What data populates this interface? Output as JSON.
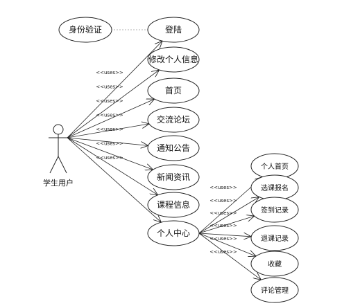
{
  "actor": {
    "label": "学生用户"
  },
  "stereotype": "<<uses>>",
  "identity_check": {
    "label": "身份验证"
  },
  "use_cases": [
    {
      "label": "登陆"
    },
    {
      "label": "修改个人信息"
    },
    {
      "label": "首页"
    },
    {
      "label": "交流论坛"
    },
    {
      "label": "通知公告"
    },
    {
      "label": "新闻资讯"
    },
    {
      "label": "课程信息"
    },
    {
      "label": "个人中心"
    }
  ],
  "sub_use_cases": [
    {
      "label": "个人首页"
    },
    {
      "label": "选课报名"
    },
    {
      "label": "签到记录"
    },
    {
      "label": "退课记录"
    },
    {
      "label": "收藏"
    },
    {
      "label": "评论管理"
    }
  ]
}
